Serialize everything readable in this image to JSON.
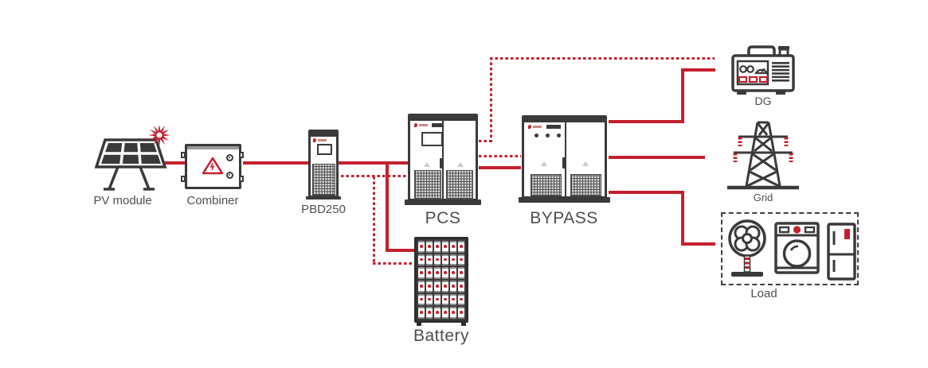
{
  "colors": {
    "accent_red": "#c32030",
    "outline_dark": "#3a3a3a",
    "label_gray": "#4f4f4f"
  },
  "nodes": {
    "pv_module": {
      "label": "PV module"
    },
    "combiner": {
      "label": "Combiner"
    },
    "pbd250": {
      "label": "PBD250"
    },
    "pcs": {
      "label": "PCS"
    },
    "bypass": {
      "label": "BYPASS"
    },
    "battery": {
      "label": "Battery",
      "rows": 6,
      "columns": 6
    },
    "dg": {
      "label": "DG"
    },
    "grid": {
      "label": "Grid"
    },
    "load": {
      "label": "Load"
    }
  },
  "connections": [
    {
      "from": "pv_module",
      "to": "combiner",
      "style": "solid"
    },
    {
      "from": "combiner",
      "to": "pbd250",
      "style": "solid"
    },
    {
      "from": "pbd250",
      "to": "pcs",
      "style": "solid"
    },
    {
      "from": "pbd250",
      "to": "pcs",
      "style": "dashed"
    },
    {
      "from": "pcs",
      "to": "battery",
      "style": "solid"
    },
    {
      "from": "pcs",
      "to": "battery",
      "style": "dashed"
    },
    {
      "from": "pcs",
      "to": "bypass",
      "style": "solid"
    },
    {
      "from": "pcs",
      "to": "bypass",
      "style": "dashed"
    },
    {
      "from": "pcs",
      "to": "dg",
      "style": "dashed"
    },
    {
      "from": "bypass",
      "to": "dg",
      "style": "solid"
    },
    {
      "from": "bypass",
      "to": "grid",
      "style": "solid"
    },
    {
      "from": "bypass",
      "to": "load",
      "style": "solid"
    }
  ]
}
